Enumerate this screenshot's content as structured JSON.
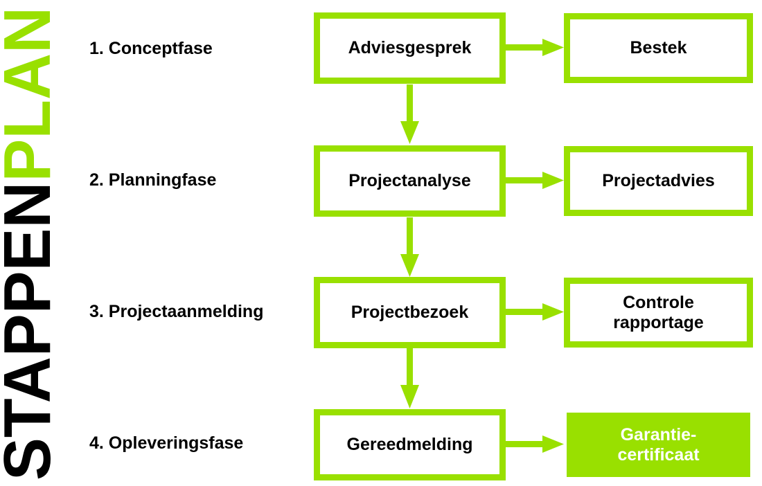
{
  "title": {
    "part1": "STAPPEN",
    "part2": "PLAN",
    "color_part1": "#000000",
    "color_part2": "#99e000"
  },
  "accent_color": "#99e000",
  "rows": [
    {
      "phase": "1.  Conceptfase",
      "step": "Adviesgesprek",
      "result_line1": "Bestek",
      "result_line2": ""
    },
    {
      "phase": "2.  Planningfase",
      "step": "Projectanalyse",
      "result_line1": "Projectadvies",
      "result_line2": ""
    },
    {
      "phase": "3.  Projectaanmelding",
      "step": "Projectbezoek",
      "result_line1": "Controle",
      "result_line2": "rapportage"
    },
    {
      "phase": "4.  Opleveringsfase",
      "step": "Gereedmelding",
      "result_line1": "Garantie-",
      "result_line2": "certificaat"
    }
  ]
}
